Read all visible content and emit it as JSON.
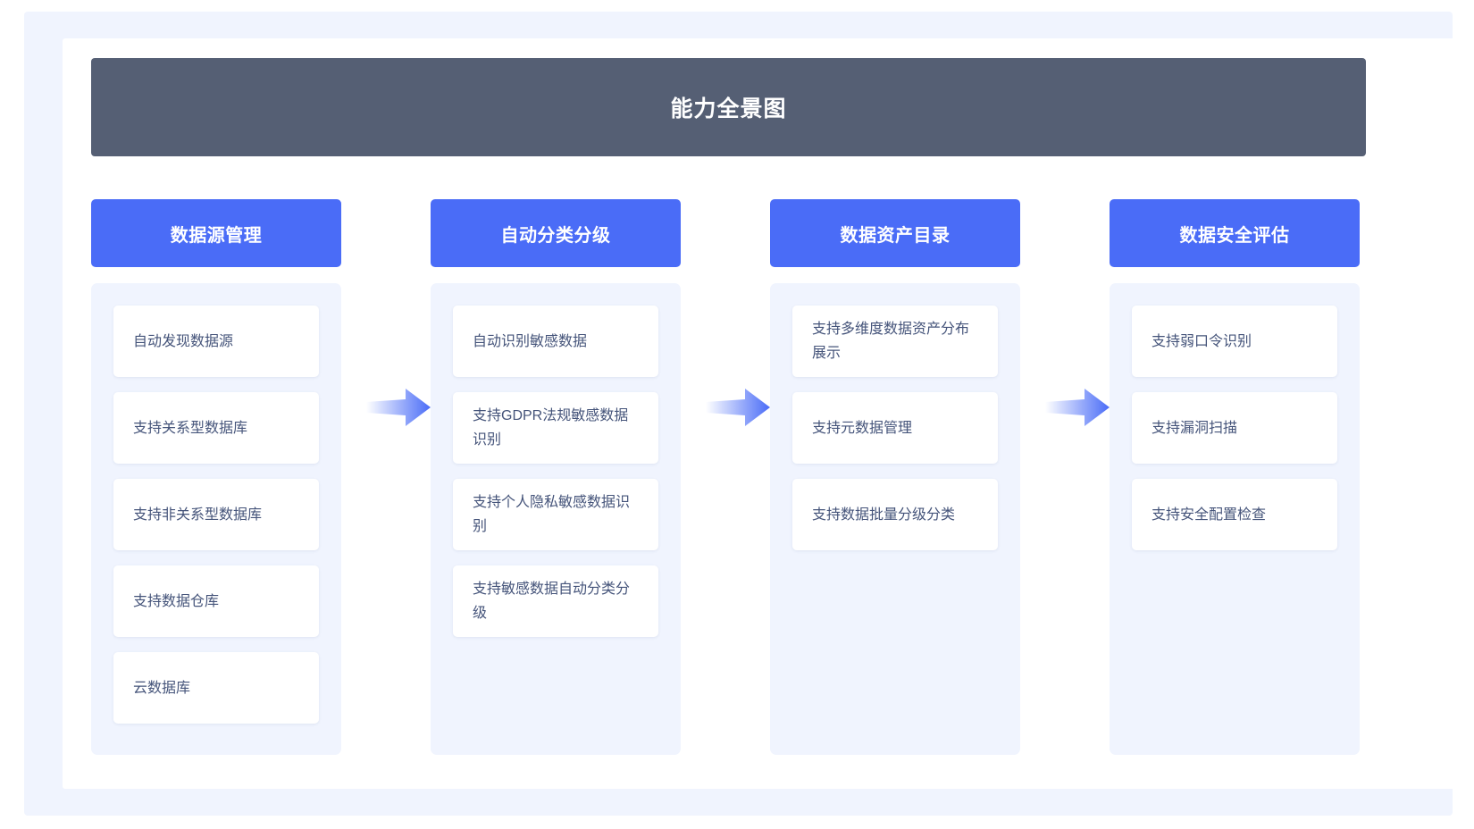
{
  "header": {
    "title": "能力全景图"
  },
  "theme": {
    "title_bar_bg": "#555f74",
    "column_header_bg": "#4a6cf7",
    "panel_bg": "#f0f4fe",
    "card_bg": "#ffffff",
    "card_text": "#45547a",
    "arrow_color": "#4a6cf7",
    "outer_frame_bg": "#f0f4fe",
    "canvas_bg": "#ffffff"
  },
  "columns": [
    {
      "label": "数据源管理",
      "items": [
        "自动发现数据源",
        "支持关系型数据库",
        "支持非关系型数据库",
        "支持数据仓库",
        "云数据库"
      ]
    },
    {
      "label": "自动分类分级",
      "items": [
        "自动识别敏感数据",
        "支持GDPR法规敏感数据识别",
        "支持个人隐私敏感数据识别",
        "支持敏感数据自动分类分级"
      ]
    },
    {
      "label": "数据资产目录",
      "items": [
        "支持多维度数据资产分布展示",
        "支持元数据管理",
        "支持数据批量分级分类"
      ]
    },
    {
      "label": "数据安全评估",
      "items": [
        "支持弱口令识别",
        "支持漏洞扫描",
        "支持安全配置检查"
      ]
    }
  ],
  "connectors": [
    {
      "name": "arrow-right-icon",
      "from": "数据源管理",
      "to": "自动分类分级"
    },
    {
      "name": "arrow-right-icon",
      "from": "自动分类分级",
      "to": "数据资产目录"
    },
    {
      "name": "arrow-right-icon",
      "from": "数据资产目录",
      "to": "数据安全评估"
    }
  ]
}
